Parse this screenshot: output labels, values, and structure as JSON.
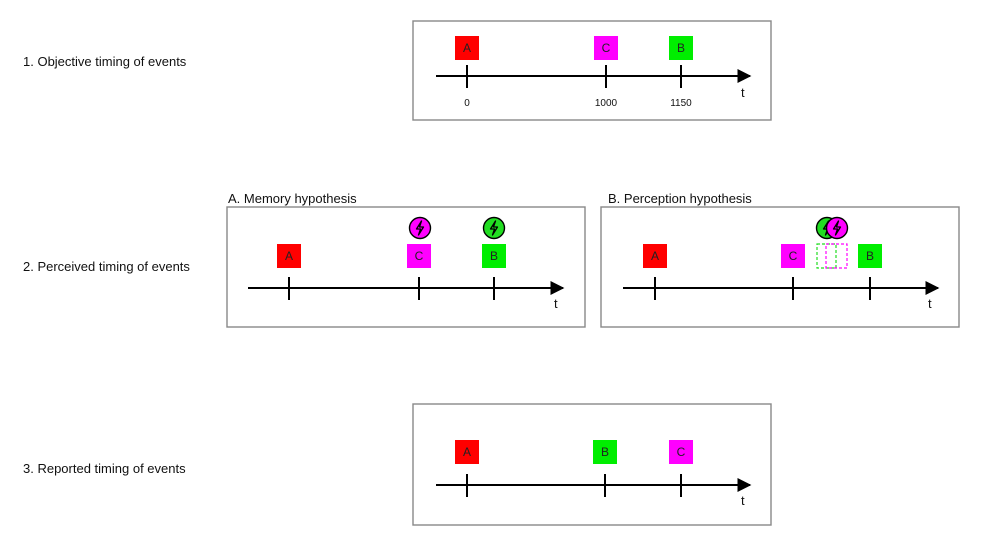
{
  "rows": {
    "objective": "1. Objective timing of events",
    "perceived": "2. Perceived timing of events",
    "reported": "3. Reported timing of events"
  },
  "panels": {
    "memory_title": "A. Memory hypothesis",
    "perception_title": "B. Perception hypothesis"
  },
  "axis_symbol": "t",
  "events": {
    "A": {
      "label": "A",
      "color": "#ff0000"
    },
    "B": {
      "label": "B",
      "color": "#00ee00"
    },
    "C": {
      "label": "C",
      "color": "#ff00ff"
    }
  },
  "objective_ticks": [
    "0",
    "1000",
    "1150"
  ],
  "colors": {
    "panel_border": "#888888",
    "axis": "#000000",
    "cue_magenta": "#ff00ff",
    "cue_green": "#22dd22"
  },
  "icons": {
    "cue": "lightning-bolt-icon"
  }
}
